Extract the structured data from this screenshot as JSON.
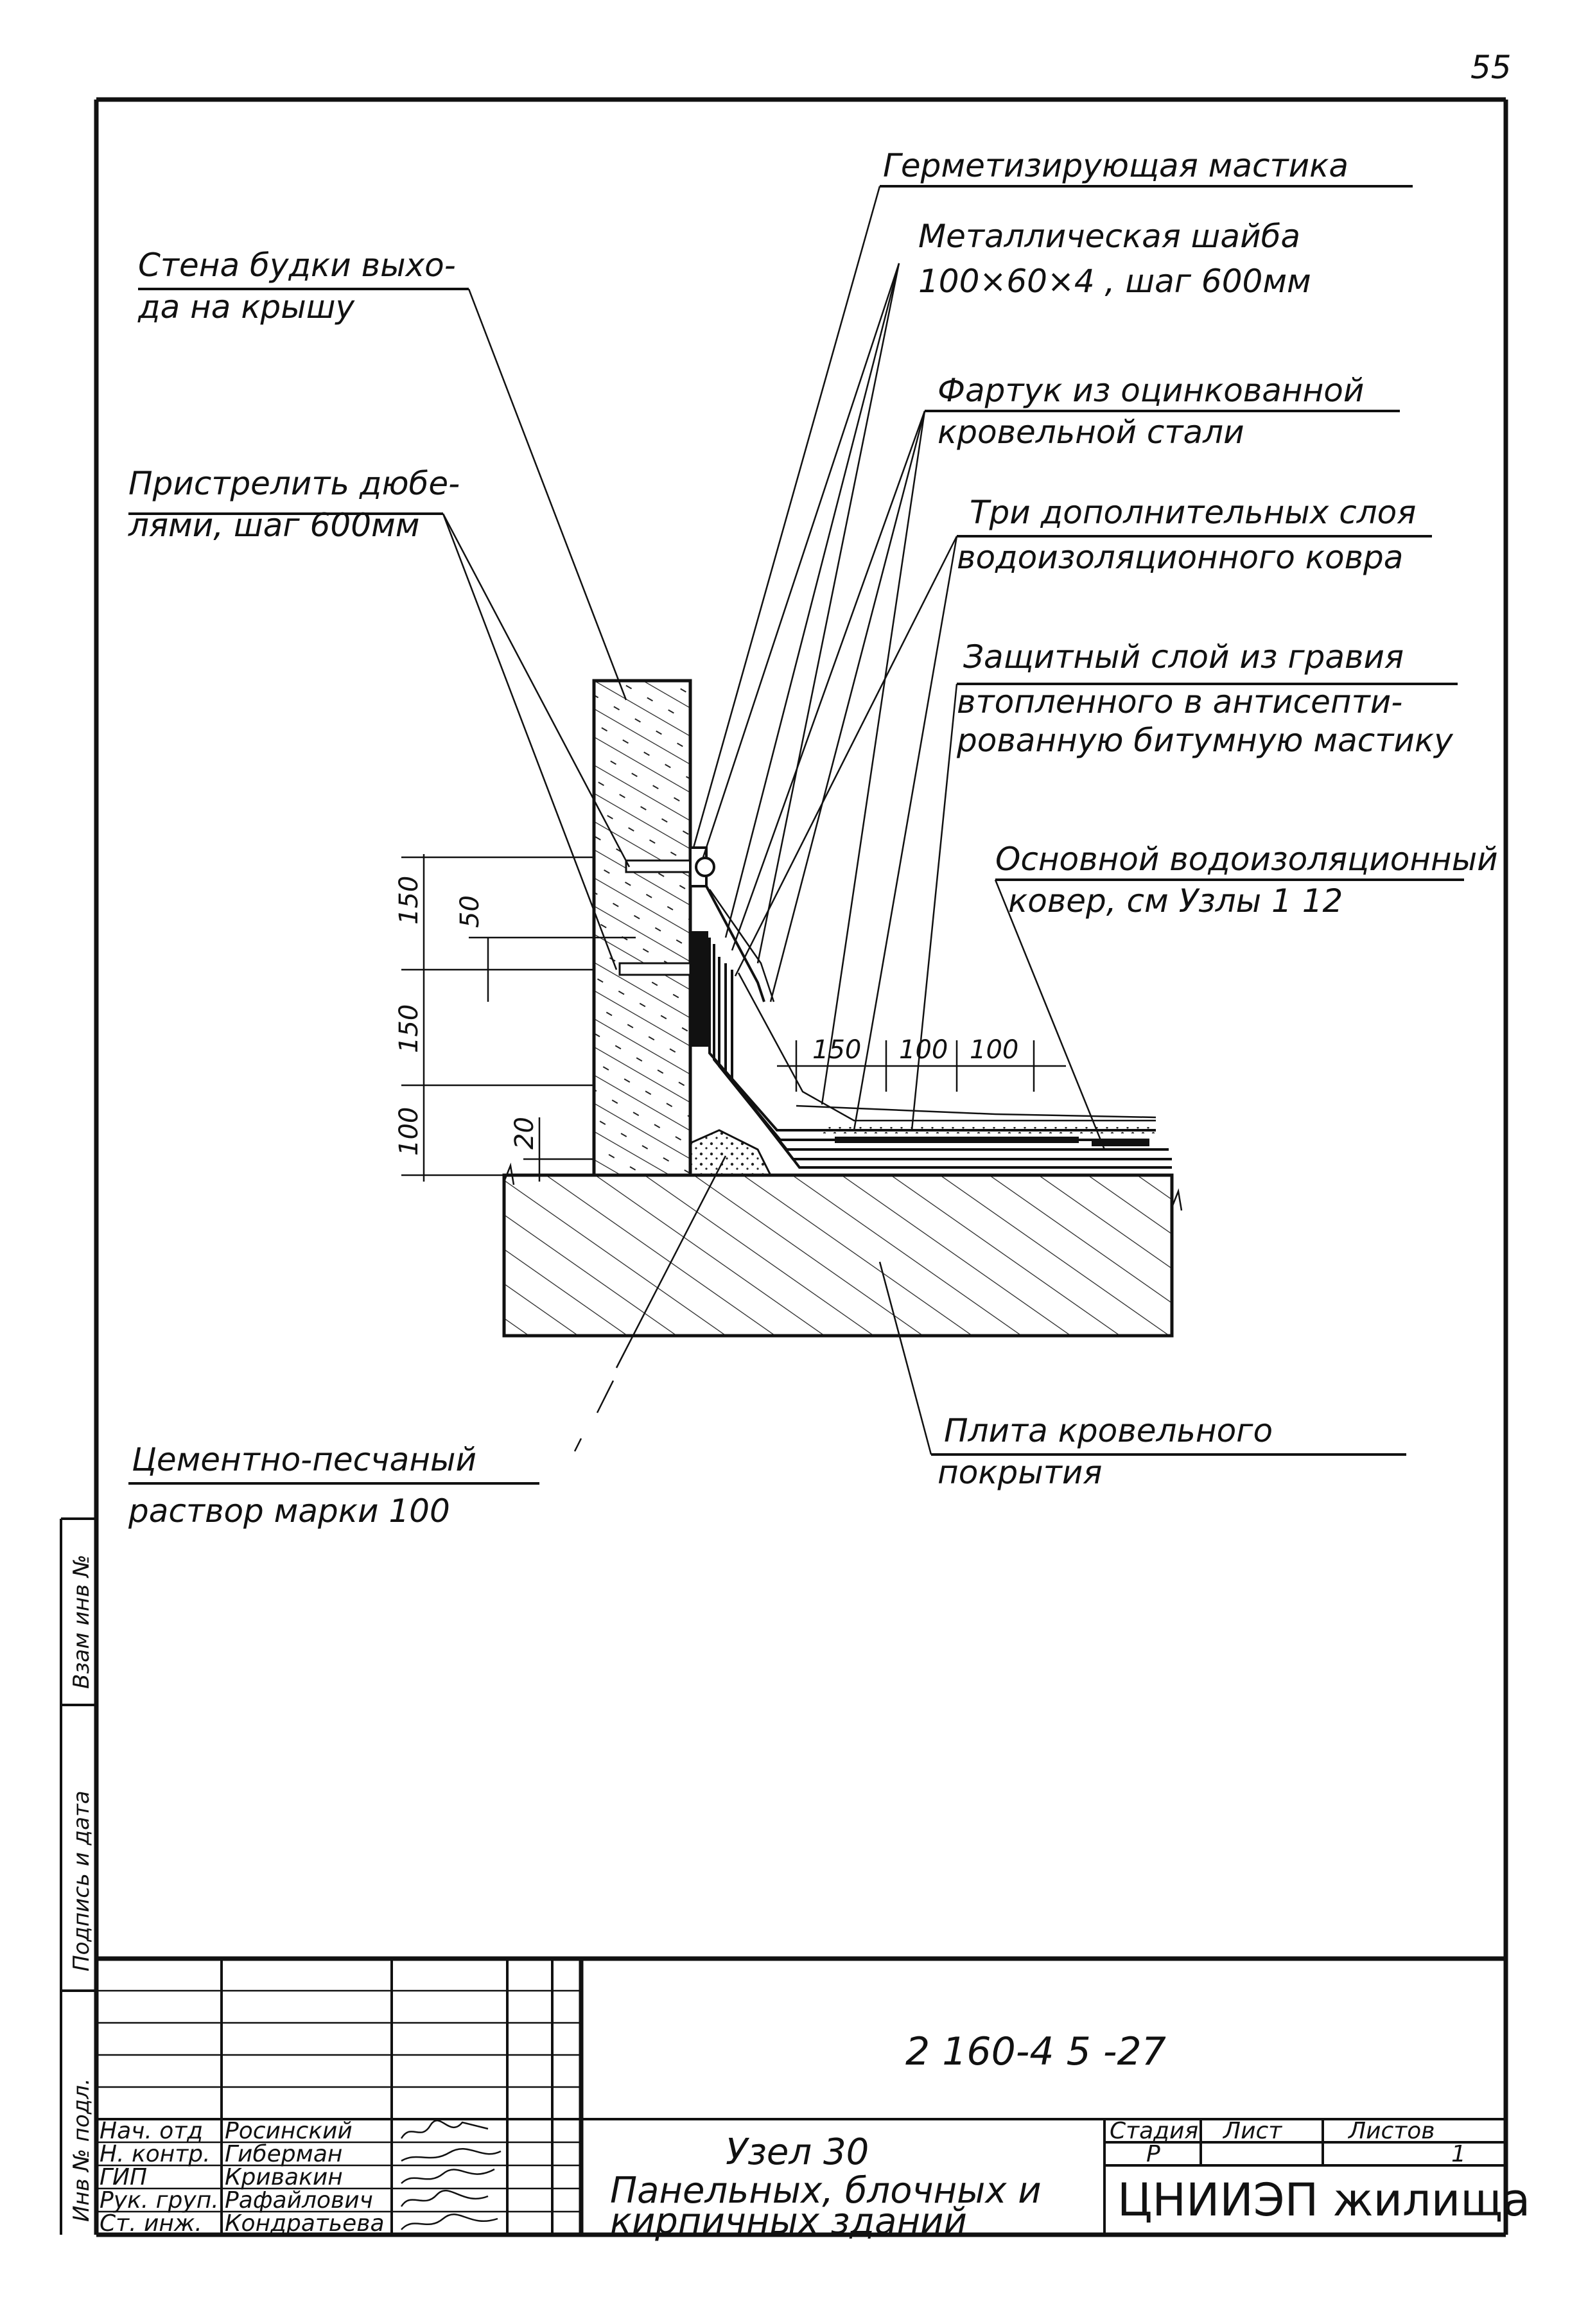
{
  "page_number": "55",
  "labels": {
    "sealing_mastic": "Герметизирующая мастика",
    "washer_line1": "Металлическая шайба",
    "washer_line2": "100×60×4 ,  шаг 600мм",
    "wall_line1": "Стена будки выхо-",
    "wall_line2": "да на крышу",
    "apron_line1": "Фартук из оцинкованной",
    "apron_line2": "кровельной стали",
    "dowel_line1": "Пристрелить дюбе-",
    "dowel_line2": "лями, шаг 600мм",
    "layers_line1": "Три дополнительных слоя",
    "layers_line2": "водоизоляционного ковра",
    "gravel_line1": "Защитный слой из гравия",
    "gravel_line2": "втопленного в антисепти-",
    "gravel_line3": "рованную битумную мастику",
    "main_carpet_line1": "Основной водоизоляционный",
    "main_carpet_line2": "ковер, см Узлы 1   12",
    "mortar_line1": "Цементно-песчаный",
    "mortar_line2": "раствор марки 100",
    "slab_line1": "Плита кровельного",
    "slab_line2": "покрытия"
  },
  "dimensions": {
    "v150_top": "150",
    "v50": "50",
    "v150_mid": "150",
    "v100": "100",
    "v20": "20",
    "h150": "150",
    "h100a": "100",
    "h100b": "100"
  },
  "side_stamp": {
    "inv_no": "Инв № подл.",
    "sign_date": "Подпись и дата",
    "replace_inv": "Взам инв №"
  },
  "title_block": {
    "doc_code": "2 160-4 5  -27",
    "title_line1": "Узел 30",
    "title_line2": "Панельных, блочных и",
    "title_line3": "кирпичных зданий",
    "stage_header": "Стадия",
    "sheet_header": "Лист",
    "sheets_header": "Листов",
    "stage_value": "Р",
    "sheets_value": "1",
    "organization": "ЦНИИЭП жилища",
    "roles": [
      {
        "role": "Нач. отд",
        "name": "Росинский"
      },
      {
        "role": "Н. контр.",
        "name": "Гиберман"
      },
      {
        "role": "ГИП",
        "name": "Кривакин"
      },
      {
        "role": "Рук. груп.",
        "name": "Рафайлович"
      },
      {
        "role": "Ст. инж.",
        "name": "Кондратьева"
      }
    ]
  }
}
